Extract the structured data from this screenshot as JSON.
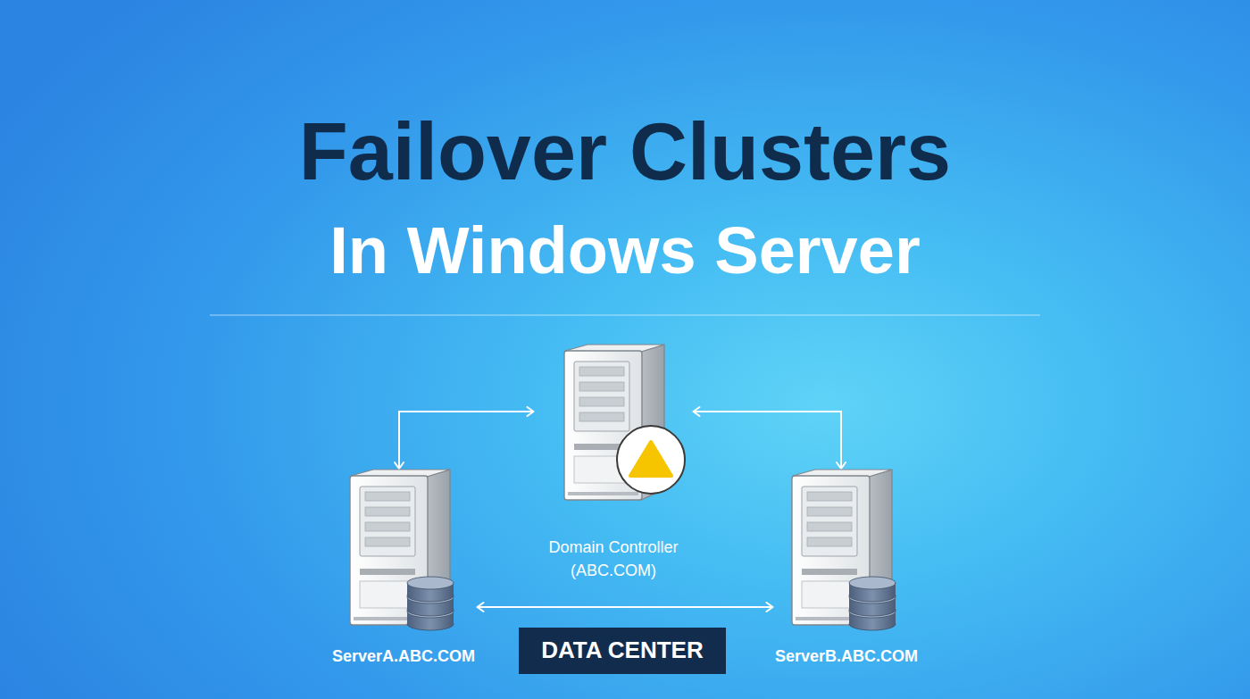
{
  "diagram": {
    "title": "Failover Clusters",
    "nodes": [
      {
        "text": [
          "Domain Controller (ABC.COM)"
        ]
      },
      {
        "text": [
          "ServerA.ABC.COM"
        ]
      },
      {
        "text": [
          "ServerB.ABC.COM"
        ]
      },
      {
        "text": [
          "DATA CENTER"
        ]
      }
    ],
    "edges": [
      {
        "from": 1,
        "to": 0,
        "arrow": "both"
      },
      {
        "from": 0,
        "to": 2,
        "arrow": "both"
      },
      {
        "from": 1,
        "to": 2,
        "arrow": "both"
      }
    ],
    "labels": [
      "In Windows Server"
    ]
  }
}
